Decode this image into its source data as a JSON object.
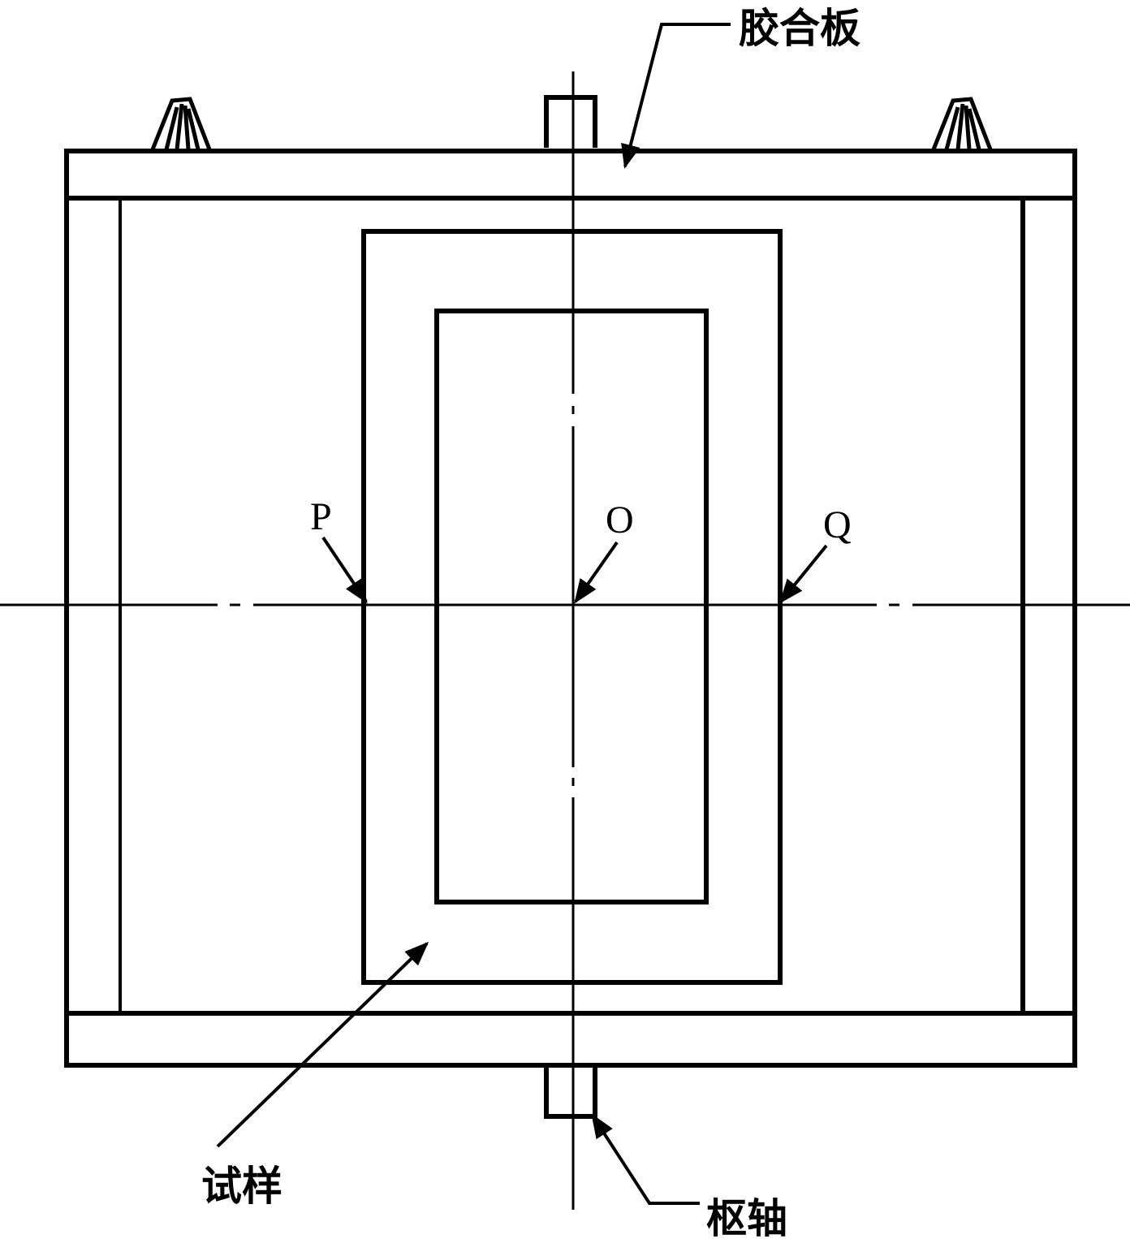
{
  "labels": {
    "plywood": "胶合板",
    "specimen": "试样",
    "pivot": "枢轴",
    "point_p": "P",
    "point_o": "O",
    "point_q": "Q"
  },
  "colors": {
    "line": "#000000",
    "background": "#ffffff"
  }
}
